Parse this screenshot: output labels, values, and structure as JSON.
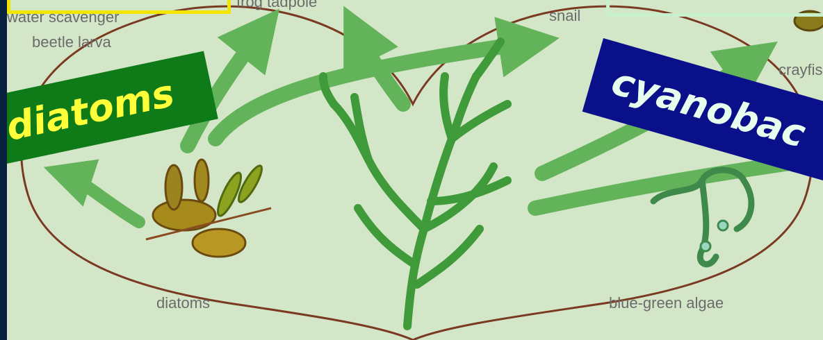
{
  "labels": {
    "beetle_top": "water scavenger",
    "beetle_bottom": "beetle larva",
    "tadpole": "frog tadpole",
    "snail": "snail",
    "crayfish": "crayfis",
    "diatoms_small": "diatoms",
    "blue_green": "blue-green algae"
  },
  "banners": {
    "diatoms": "diatoms",
    "cyanobacteria": "cyanobac"
  },
  "colors": {
    "background": "#08213f",
    "photo_bg": "#d4e6c8",
    "heart_stroke": "#7a3a22",
    "banner_green": "#0e7a18",
    "banner_green_text": "#ffff3a",
    "banner_blue": "#0a0f8a",
    "banner_blue_text": "#e8fff0",
    "arrow": "#63b35a"
  }
}
